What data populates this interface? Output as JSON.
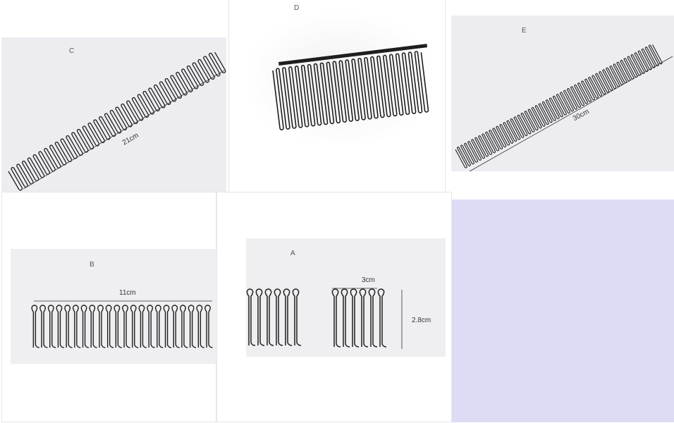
{
  "products": [
    {
      "id": "C",
      "label": "C",
      "length": "21cm"
    },
    {
      "id": "D",
      "label": "D"
    },
    {
      "id": "E",
      "label": "E",
      "length": "30cm"
    },
    {
      "id": "B",
      "label": "B",
      "length": "11cm"
    },
    {
      "id": "A",
      "label": "A",
      "width": "3cm",
      "height": "2.8cm"
    }
  ],
  "colors": {
    "filler": "#dcdcf5",
    "photo_bg": "#edecf1",
    "wire": "#1e1e1e"
  }
}
